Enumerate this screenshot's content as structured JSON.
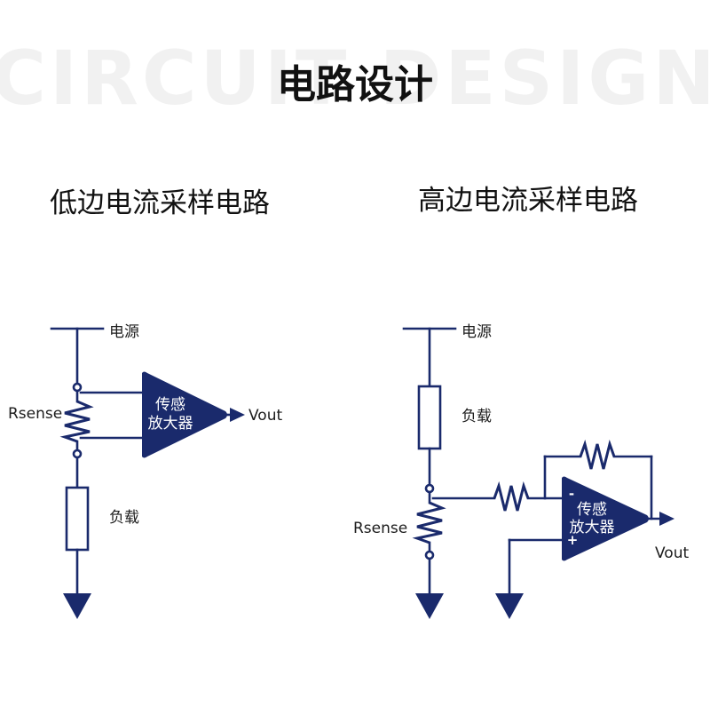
{
  "header": {
    "watermark": "CIRCUIT DESIGN",
    "title": "电路设计"
  },
  "low_side": {
    "title": "低边电流采样电路",
    "power": "电源",
    "rsense": "Rsense",
    "load": "负载",
    "amp_line1": "传感",
    "amp_line2": "放大器",
    "vout": "Vout"
  },
  "high_side": {
    "title": "高边电流采样电路",
    "power": "电源",
    "load": "负载",
    "rsense": "Rsense",
    "amp_line1": "传感",
    "amp_line2": "放大器",
    "pin_minus": "-",
    "pin_plus": "+",
    "vout": "Vout"
  },
  "colors": {
    "line": "#1a2a6c",
    "text": "#111111",
    "watermark": "#f1f1f1"
  }
}
